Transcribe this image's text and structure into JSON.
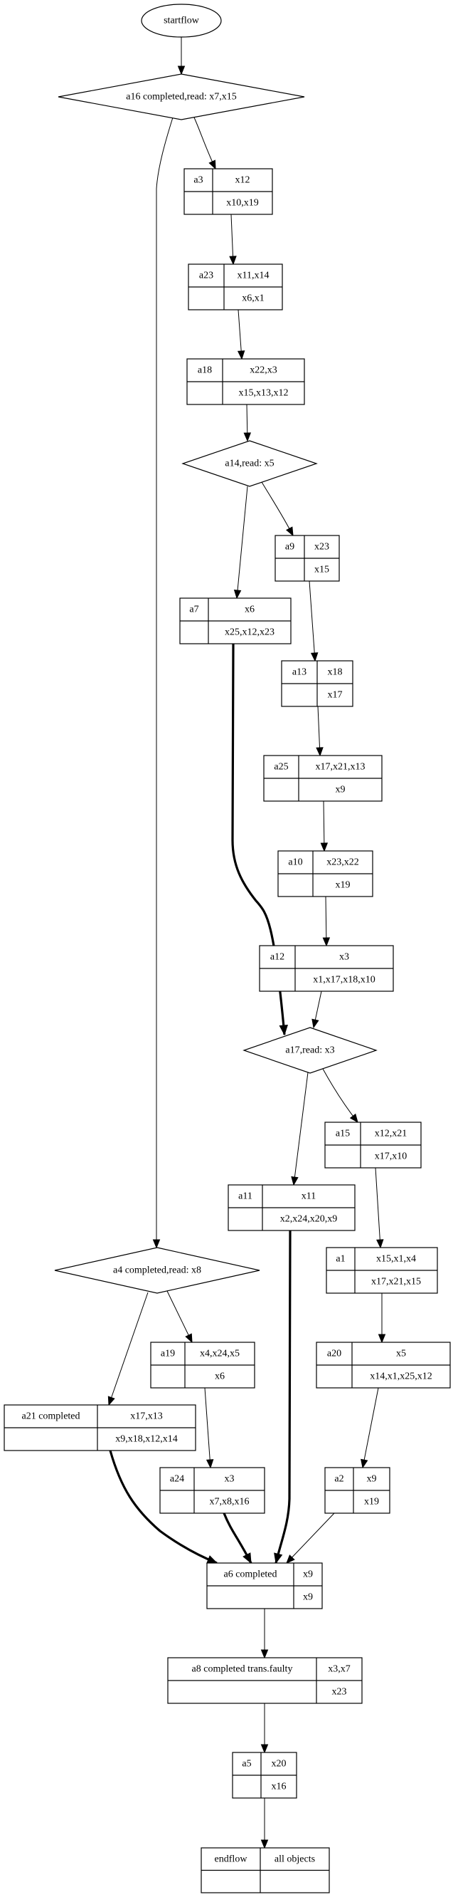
{
  "diagram": {
    "type": "workflow-graph",
    "nodes": [
      {
        "id": "startflow",
        "kind": "ellipse",
        "label": "startflow"
      },
      {
        "id": "a16",
        "kind": "diamond",
        "label": "a16 completed,read: x7,x15"
      },
      {
        "id": "a3",
        "kind": "record",
        "name": "a3",
        "top": "x12",
        "bottom": "x10,x19"
      },
      {
        "id": "a23",
        "kind": "record",
        "name": "a23",
        "top": "x11,x14",
        "bottom": "x6,x1"
      },
      {
        "id": "a18",
        "kind": "record",
        "name": "a18",
        "top": "x22,x3",
        "bottom": "x15,x13,x12"
      },
      {
        "id": "a14",
        "kind": "diamond",
        "label": "a14,read: x5"
      },
      {
        "id": "a9",
        "kind": "record",
        "name": "a9",
        "top": "x23",
        "bottom": "x15"
      },
      {
        "id": "a7",
        "kind": "record",
        "name": "a7",
        "top": "x6",
        "bottom": "x25,x12,x23"
      },
      {
        "id": "a13",
        "kind": "record",
        "name": "a13",
        "top": "x18",
        "bottom": "x17"
      },
      {
        "id": "a25",
        "kind": "record",
        "name": "a25",
        "top": "x17,x21,x13",
        "bottom": "x9"
      },
      {
        "id": "a10",
        "kind": "record",
        "name": "a10",
        "top": "x23,x22",
        "bottom": "x19"
      },
      {
        "id": "a12",
        "kind": "record",
        "name": "a12",
        "top": "x3",
        "bottom": "x1,x17,x18,x10"
      },
      {
        "id": "a17",
        "kind": "diamond",
        "label": "a17,read: x3"
      },
      {
        "id": "a15",
        "kind": "record",
        "name": "a15",
        "top": "x12,x21",
        "bottom": "x17,x10"
      },
      {
        "id": "a11",
        "kind": "record",
        "name": "a11",
        "top": "x11",
        "bottom": "x2,x24,x20,x9"
      },
      {
        "id": "a1",
        "kind": "record",
        "name": "a1",
        "top": "x15,x1,x4",
        "bottom": "x17,x21,x15"
      },
      {
        "id": "a4",
        "kind": "diamond",
        "label": "a4 completed,read: x8"
      },
      {
        "id": "a19",
        "kind": "record",
        "name": "a19",
        "top": "x4,x24,x5",
        "bottom": "x6"
      },
      {
        "id": "a20",
        "kind": "record",
        "name": "a20",
        "top": "x5",
        "bottom": "x14,x1,x25,x12"
      },
      {
        "id": "a21",
        "kind": "record",
        "name": "a21 completed",
        "top": "x17,x13",
        "bottom": "x9,x18,x12,x14"
      },
      {
        "id": "a24",
        "kind": "record",
        "name": "a24",
        "top": "x3",
        "bottom": "x7,x8,x16"
      },
      {
        "id": "a2",
        "kind": "record",
        "name": "a2",
        "top": "x9",
        "bottom": "x19"
      },
      {
        "id": "a6",
        "kind": "record",
        "name": "a6 completed",
        "top": "x9",
        "bottom": "x9"
      },
      {
        "id": "a8",
        "kind": "record",
        "name": "a8 completed trans.faulty",
        "top": "x3,x7",
        "bottom": "x23"
      },
      {
        "id": "a5",
        "kind": "record",
        "name": "a5",
        "top": "x20",
        "bottom": "x16"
      },
      {
        "id": "endflow",
        "kind": "record",
        "name": "endflow",
        "top": "all objects",
        "bottom": ""
      }
    ],
    "edges": [
      {
        "from": "startflow",
        "to": "a16",
        "bold": false
      },
      {
        "from": "a16",
        "to": "a3",
        "bold": false
      },
      {
        "from": "a16",
        "to": "a4",
        "bold": false
      },
      {
        "from": "a3",
        "to": "a23",
        "bold": false
      },
      {
        "from": "a23",
        "to": "a18",
        "bold": false
      },
      {
        "from": "a18",
        "to": "a14",
        "bold": false
      },
      {
        "from": "a14",
        "to": "a7",
        "bold": false
      },
      {
        "from": "a14",
        "to": "a9",
        "bold": false
      },
      {
        "from": "a9",
        "to": "a13",
        "bold": false
      },
      {
        "from": "a13",
        "to": "a25",
        "bold": false
      },
      {
        "from": "a25",
        "to": "a10",
        "bold": false
      },
      {
        "from": "a10",
        "to": "a12",
        "bold": false
      },
      {
        "from": "a12",
        "to": "a17",
        "bold": false
      },
      {
        "from": "a7",
        "to": "a17",
        "bold": true
      },
      {
        "from": "a17",
        "to": "a11",
        "bold": false
      },
      {
        "from": "a17",
        "to": "a15",
        "bold": false
      },
      {
        "from": "a15",
        "to": "a1",
        "bold": false
      },
      {
        "from": "a1",
        "to": "a20",
        "bold": false
      },
      {
        "from": "a20",
        "to": "a2",
        "bold": false
      },
      {
        "from": "a4",
        "to": "a21",
        "bold": false
      },
      {
        "from": "a4",
        "to": "a19",
        "bold": false
      },
      {
        "from": "a19",
        "to": "a24",
        "bold": false
      },
      {
        "from": "a21",
        "to": "a6",
        "bold": true
      },
      {
        "from": "a24",
        "to": "a6",
        "bold": true
      },
      {
        "from": "a11",
        "to": "a6",
        "bold": true
      },
      {
        "from": "a2",
        "to": "a6",
        "bold": false
      },
      {
        "from": "a6",
        "to": "a8",
        "bold": false
      },
      {
        "from": "a8",
        "to": "a5",
        "bold": false
      },
      {
        "from": "a5",
        "to": "endflow",
        "bold": false
      }
    ]
  }
}
